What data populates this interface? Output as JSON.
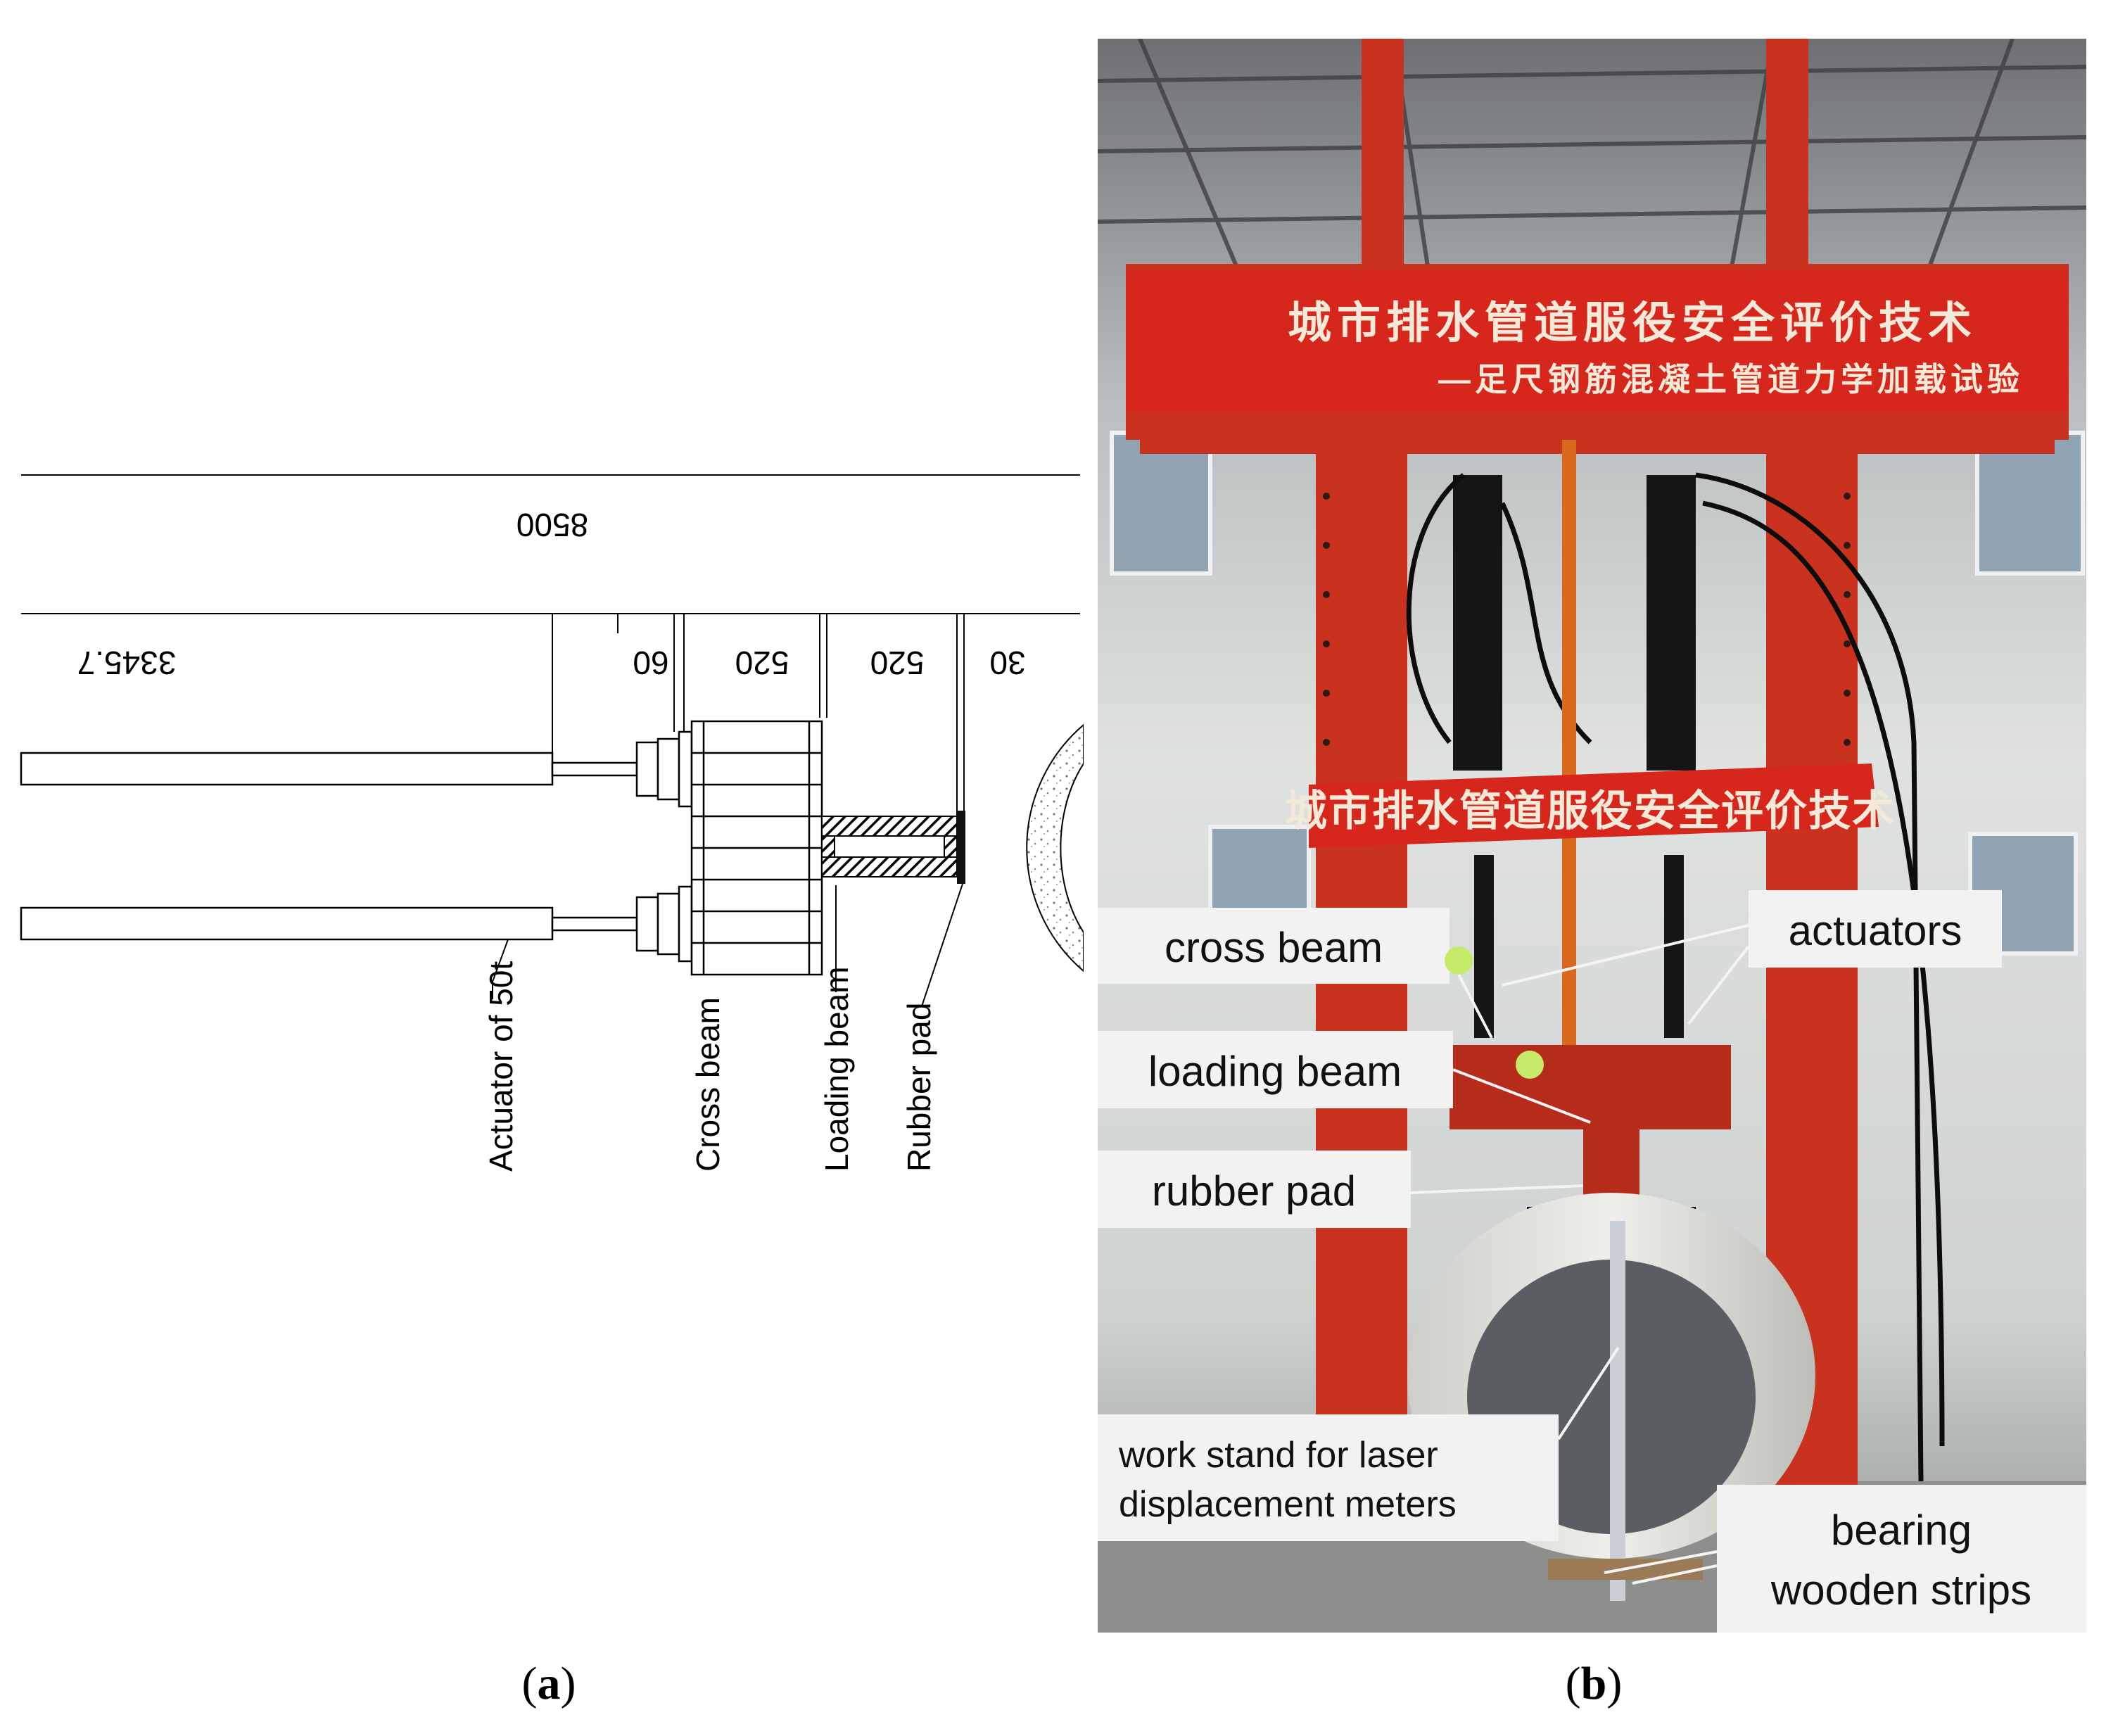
{
  "panel_a": {
    "dims": {
      "total": "8500",
      "left_span": "3345.7",
      "d1": "60",
      "d2": "520",
      "d3": "520",
      "d4": "30"
    },
    "labels": {
      "actuator": "Actuator of 50t",
      "cross_beam": "Cross beam",
      "loading_beam": "Loading beam",
      "rubber_pad": "Rubber pad"
    },
    "caption": "a"
  },
  "panel_b": {
    "banner_top_line1": "城市排水管道服役安全评价技术",
    "banner_top_line2": "—足尺钢筋混凝土管道力学加载试验",
    "banner_mid": "城市排水管道服役安全评价技术",
    "labels": {
      "cross_beam": "cross beam",
      "actuators": "actuators",
      "loading_beam": "loading beam",
      "rubber_pad": "rubber pad",
      "work_stand_1": "work stand for laser",
      "work_stand_2": "displacement meters",
      "bearing_1": "bearing",
      "bearing_2": "wooden strips"
    },
    "caption": "b"
  },
  "colors": {
    "frame_red": "#c8321e",
    "banner_red": "#d7261c",
    "label_bg": "#f2f2f2",
    "marker_green": "#c6ea6a"
  }
}
